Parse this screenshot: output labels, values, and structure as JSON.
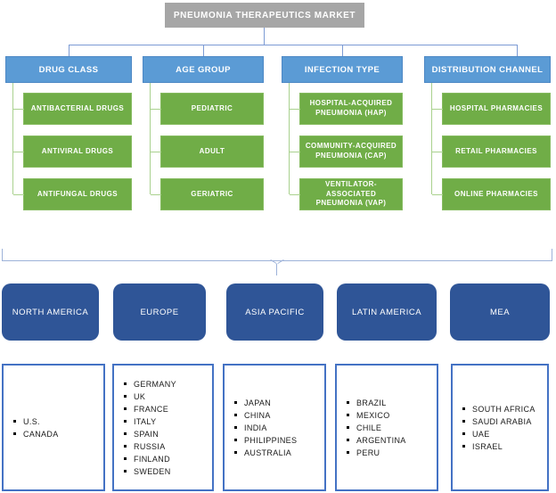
{
  "title": "PNEUMONIA THERAPEUTICS MARKET",
  "segments": [
    {
      "label": "DRUG CLASS",
      "items": [
        "ANTIBACTERIAL DRUGS",
        "ANTIVIRAL DRUGS",
        "ANTIFUNGAL DRUGS"
      ]
    },
    {
      "label": "AGE GROUP",
      "items": [
        "PEDIATRIC",
        "ADULT",
        "GERIATRIC"
      ]
    },
    {
      "label": "INFECTION TYPE",
      "items": [
        "HOSPITAL-ACQUIRED PNEUMONIA (HAP)",
        "COMMUNITY-ACQUIRED PNEUMONIA (CAP)",
        "VENTILATOR-ASSOCIATED PNEUMONIA (VAP)"
      ]
    },
    {
      "label": "DISTRIBUTION CHANNEL",
      "items": [
        "HOSPITAL PHARMACIES",
        "RETAIL PHARMACIES",
        "ONLINE PHARMACIES"
      ]
    }
  ],
  "regions": [
    {
      "label": "NORTH AMERICA",
      "countries": [
        "U.S.",
        "CANADA"
      ]
    },
    {
      "label": "EUROPE",
      "countries": [
        "GERMANY",
        "UK",
        "FRANCE",
        "ITALY",
        "SPAIN",
        "RUSSIA",
        "FINLAND",
        "SWEDEN"
      ]
    },
    {
      "label": "ASIA PACIFIC",
      "countries": [
        "JAPAN",
        "CHINA",
        "INDIA",
        "PHILIPPINES",
        "AUSTRALIA"
      ]
    },
    {
      "label": "LATIN AMERICA",
      "countries": [
        "BRAZIL",
        "MEXICO",
        "CHILE",
        "ARGENTINA",
        "PERU"
      ]
    },
    {
      "label": "MEA",
      "countries": [
        "SOUTH AFRICA",
        "SAUDI ARABIA",
        "UAE",
        "ISRAEL"
      ]
    }
  ],
  "colors": {
    "title_gray": "#A6A6A6",
    "header_blue": "#5B9BD5",
    "item_green": "#70AD47",
    "green_connector": "#A9D18E",
    "blue_connector": "#7C9BD4",
    "bracket_blue": "#9DB2D9",
    "region_navy": "#2F5597",
    "country_border_blue": "#4472C4"
  }
}
